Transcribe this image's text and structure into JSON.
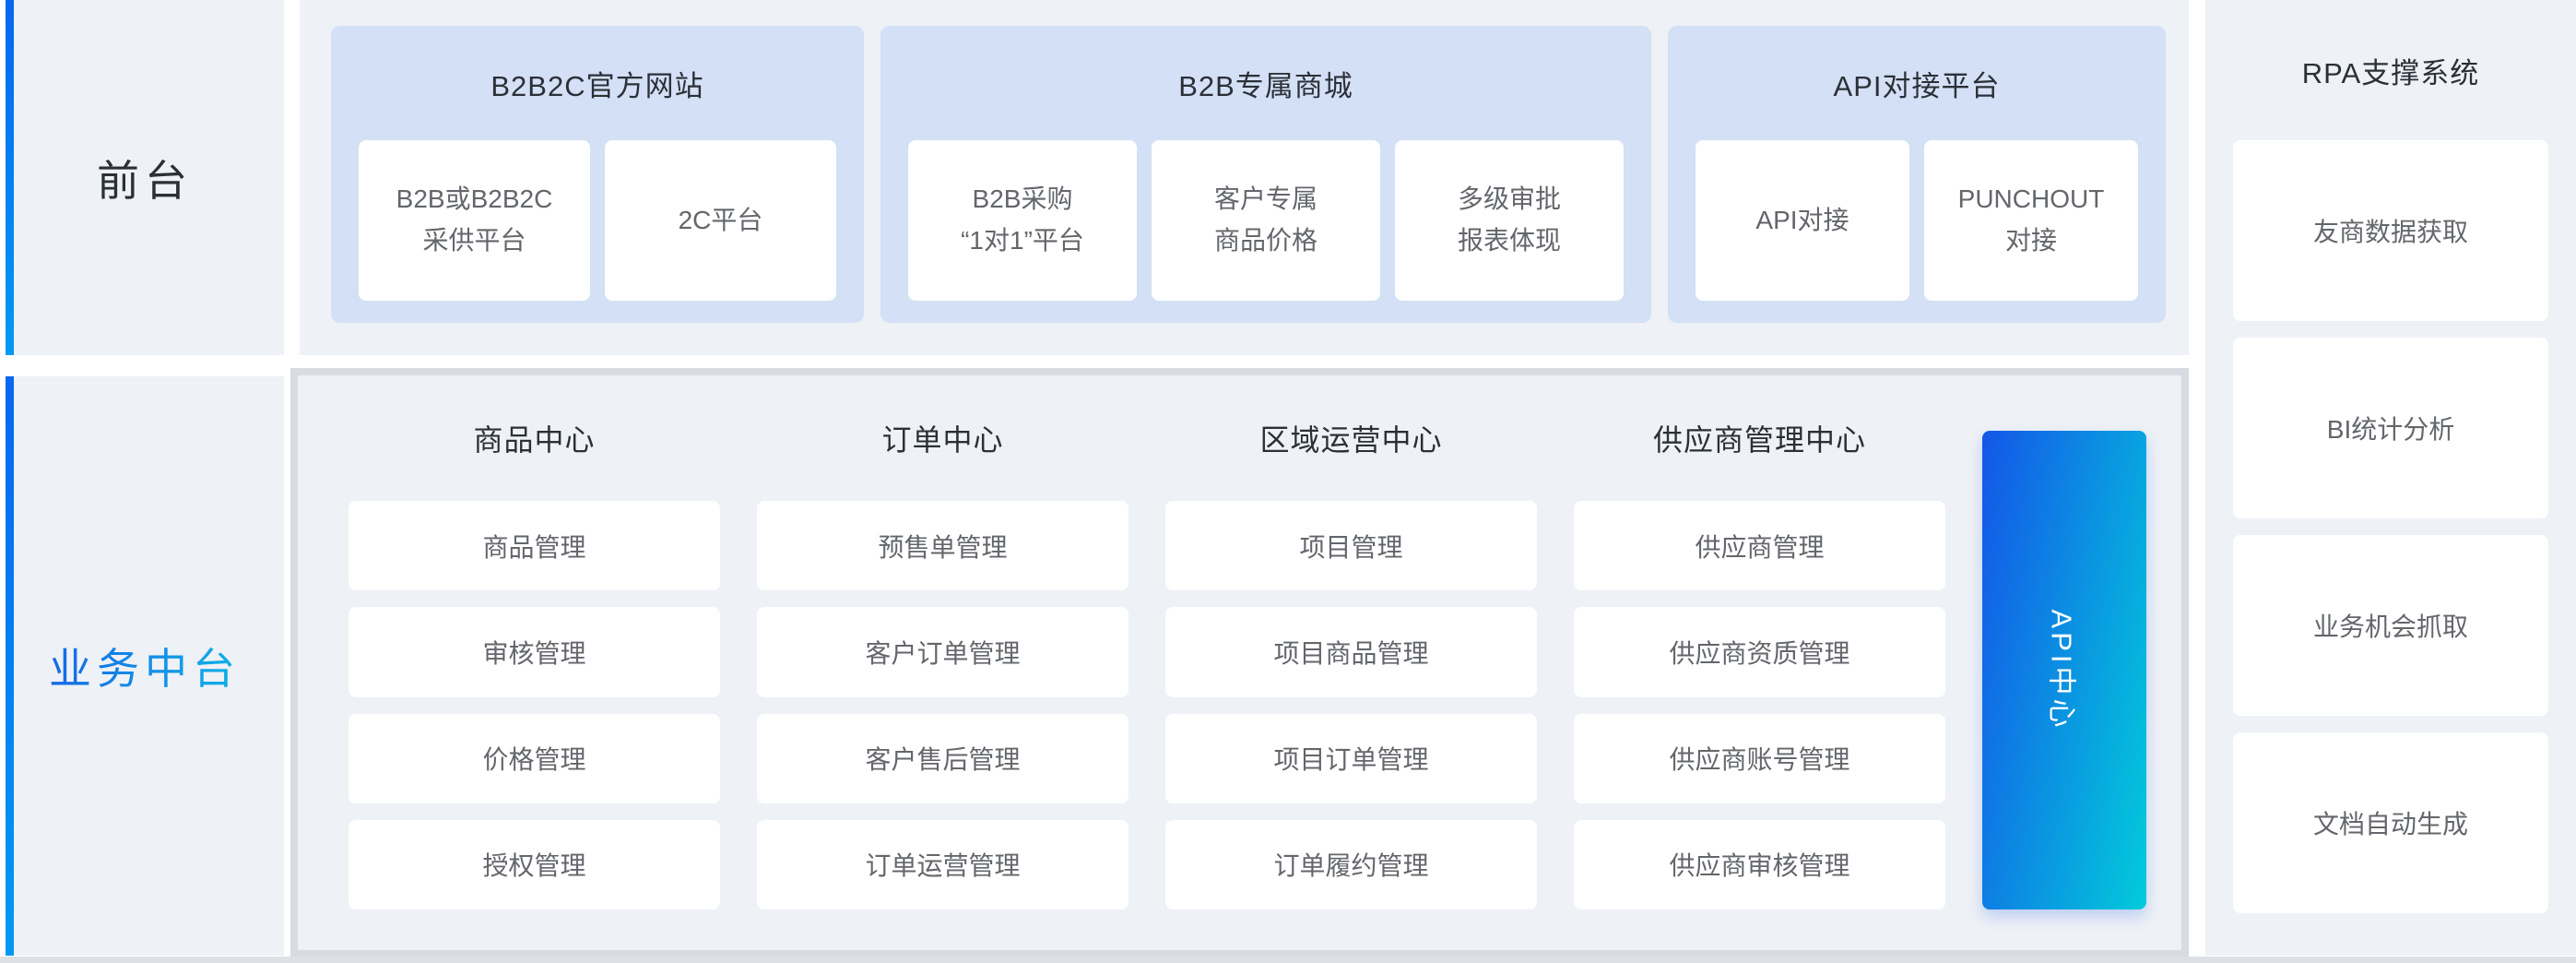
{
  "front": {
    "label": "前台",
    "groups": [
      {
        "title": "B2B2C官方网站",
        "items": [
          "B2B或B2B2C\n采供平台",
          "2C平台"
        ]
      },
      {
        "title": "B2B专属商城",
        "items": [
          "B2B采购\n“1对1”平台",
          "客户专属\n商品价格",
          "多级审批\n报表体现"
        ]
      },
      {
        "title": "API对接平台",
        "items": [
          "API对接",
          "PUNCHOUT\n对接"
        ]
      }
    ]
  },
  "middle": {
    "label": "业务中台",
    "columns": [
      {
        "title": "商品中心",
        "items": [
          "商品管理",
          "审核管理",
          "价格管理",
          "授权管理"
        ]
      },
      {
        "title": "订单中心",
        "items": [
          "预售单管理",
          "客户订单管理",
          "客户售后管理",
          "订单运营管理"
        ]
      },
      {
        "title": "区域运营中心",
        "items": [
          "项目管理",
          "项目商品管理",
          "项目订单管理",
          "订单履约管理"
        ]
      },
      {
        "title": "供应商管理中心",
        "items": [
          "供应商管理",
          "供应商资质管理",
          "供应商账号管理",
          "供应商审核管理"
        ]
      }
    ],
    "api_center_label": "API中心"
  },
  "rpa": {
    "title": "RPA支撑系统",
    "items": [
      "友商数据获取",
      "BI统计分析",
      "业务机会抓取",
      "文档自动生成"
    ]
  },
  "colors": {
    "accent_blue": "#0767f0",
    "panel_bg": "#eef1f6",
    "group_bg": "#d3e0f5",
    "container_border": "#d8dce2",
    "api_gradient_start": "#1456e8",
    "api_gradient_end": "#02cbdb",
    "middle_label_gradient_start": "#1557e6",
    "middle_label_gradient_end": "#0fc3e6"
  }
}
